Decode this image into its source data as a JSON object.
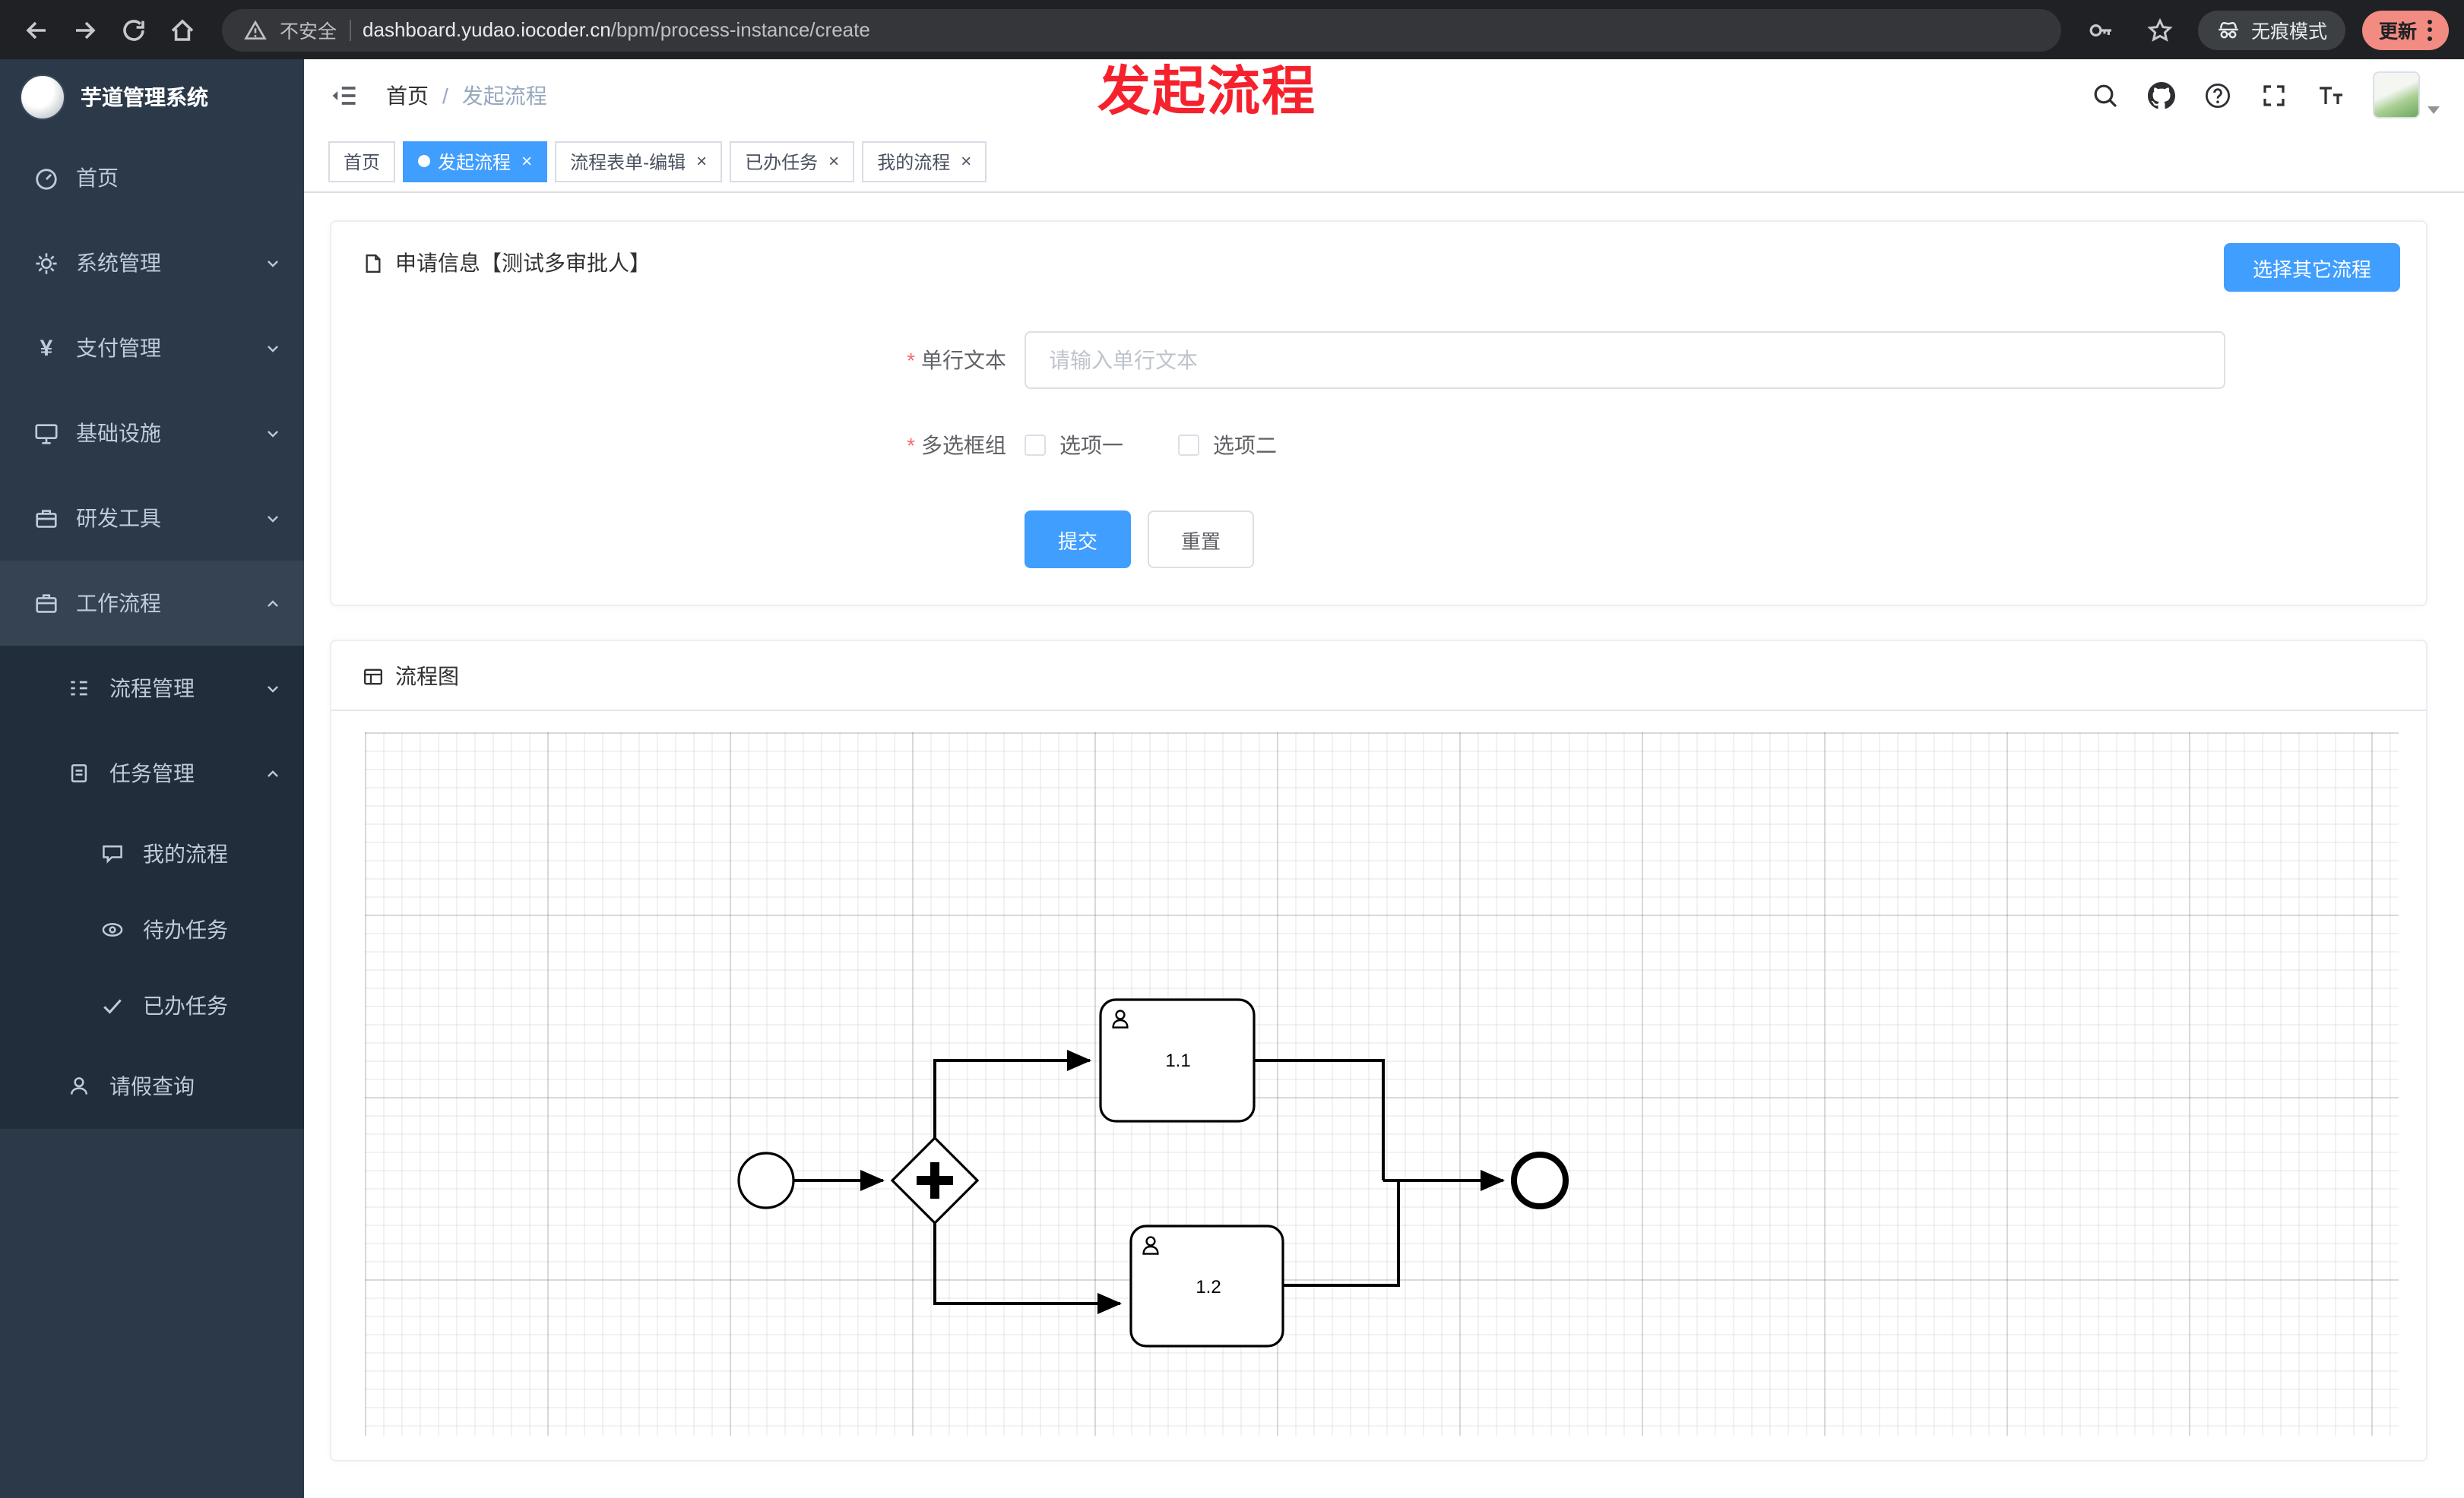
{
  "browser": {
    "security_label": "不安全",
    "url_host": "dashboard.yudao.iocoder.cn",
    "url_path": "/bpm/process-instance/create",
    "incognito_label": "无痕模式",
    "update_label": "更新"
  },
  "annotation": "发起流程",
  "sidebar": {
    "logo_title": "芋道管理系统",
    "menu": [
      {
        "label": "首页"
      },
      {
        "label": "系统管理"
      },
      {
        "label": "支付管理"
      },
      {
        "label": "基础设施"
      },
      {
        "label": "研发工具"
      },
      {
        "label": "工作流程"
      }
    ],
    "workflow_children": [
      {
        "label": "流程管理"
      },
      {
        "label": "任务管理"
      },
      {
        "label": "请假查询"
      }
    ],
    "task_children": [
      {
        "label": "我的流程"
      },
      {
        "label": "待办任务"
      },
      {
        "label": "已办任务"
      }
    ]
  },
  "header": {
    "breadcrumb_home": "首页",
    "breadcrumb_separator": "/",
    "breadcrumb_current": "发起流程"
  },
  "tabs": [
    {
      "label": "首页",
      "active": false,
      "closable": false
    },
    {
      "label": "发起流程",
      "active": true,
      "closable": true
    },
    {
      "label": "流程表单-编辑",
      "active": false,
      "closable": true
    },
    {
      "label": "已办任务",
      "active": false,
      "closable": true
    },
    {
      "label": "我的流程",
      "active": false,
      "closable": true
    }
  ],
  "form_card": {
    "title": "申请信息【测试多审批人】",
    "choose_other_label": "选择其它流程",
    "required_mark": "*",
    "text_field": {
      "label": "单行文本",
      "placeholder": "请输入单行文本",
      "value": ""
    },
    "checkbox_field": {
      "label": "多选框组",
      "options": [
        {
          "label": "选项一",
          "checked": false
        },
        {
          "label": "选项二",
          "checked": false
        }
      ]
    },
    "submit_label": "提交",
    "reset_label": "重置"
  },
  "diagram_card": {
    "title": "流程图",
    "nodes": [
      {
        "type": "start-event"
      },
      {
        "type": "parallel-gateway"
      },
      {
        "type": "user-task",
        "label": "1.1"
      },
      {
        "type": "user-task",
        "label": "1.2"
      },
      {
        "type": "end-event"
      }
    ]
  },
  "ui": {
    "close_glyph": "×"
  },
  "colors": {
    "primary": "#409eff",
    "annotation_red": "#f5222d",
    "sidebar_bg": "#2b3949",
    "submenu_bg": "#212d3b",
    "required_red": "#f56c6c"
  }
}
